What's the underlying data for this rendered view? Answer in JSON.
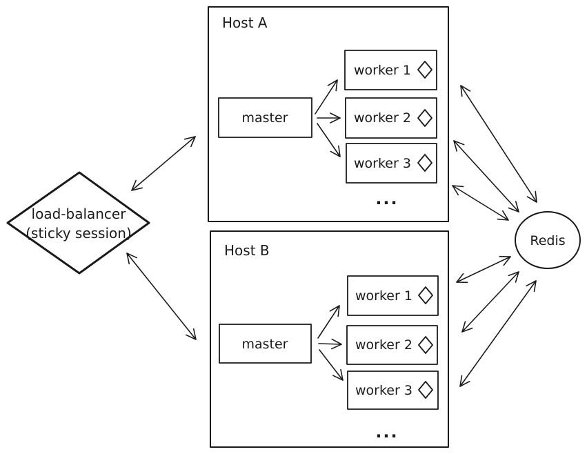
{
  "diagram": {
    "load_balancer": {
      "title": "load-balancer",
      "subtitle": "(sticky session)"
    },
    "hosts": [
      {
        "label": "Host A",
        "master_label": "master",
        "workers": [
          "worker 1",
          "worker 2",
          "worker 3"
        ],
        "more_label": "..."
      },
      {
        "label": "Host B",
        "master_label": "master",
        "workers": [
          "worker 1",
          "worker 2",
          "worker 3"
        ],
        "more_label": "..."
      }
    ],
    "redis_label": "Redis",
    "icons": {
      "worker_status": "diamond-icon"
    },
    "colors": {
      "stroke": "#1a1a1a",
      "background": "#ffffff"
    }
  }
}
